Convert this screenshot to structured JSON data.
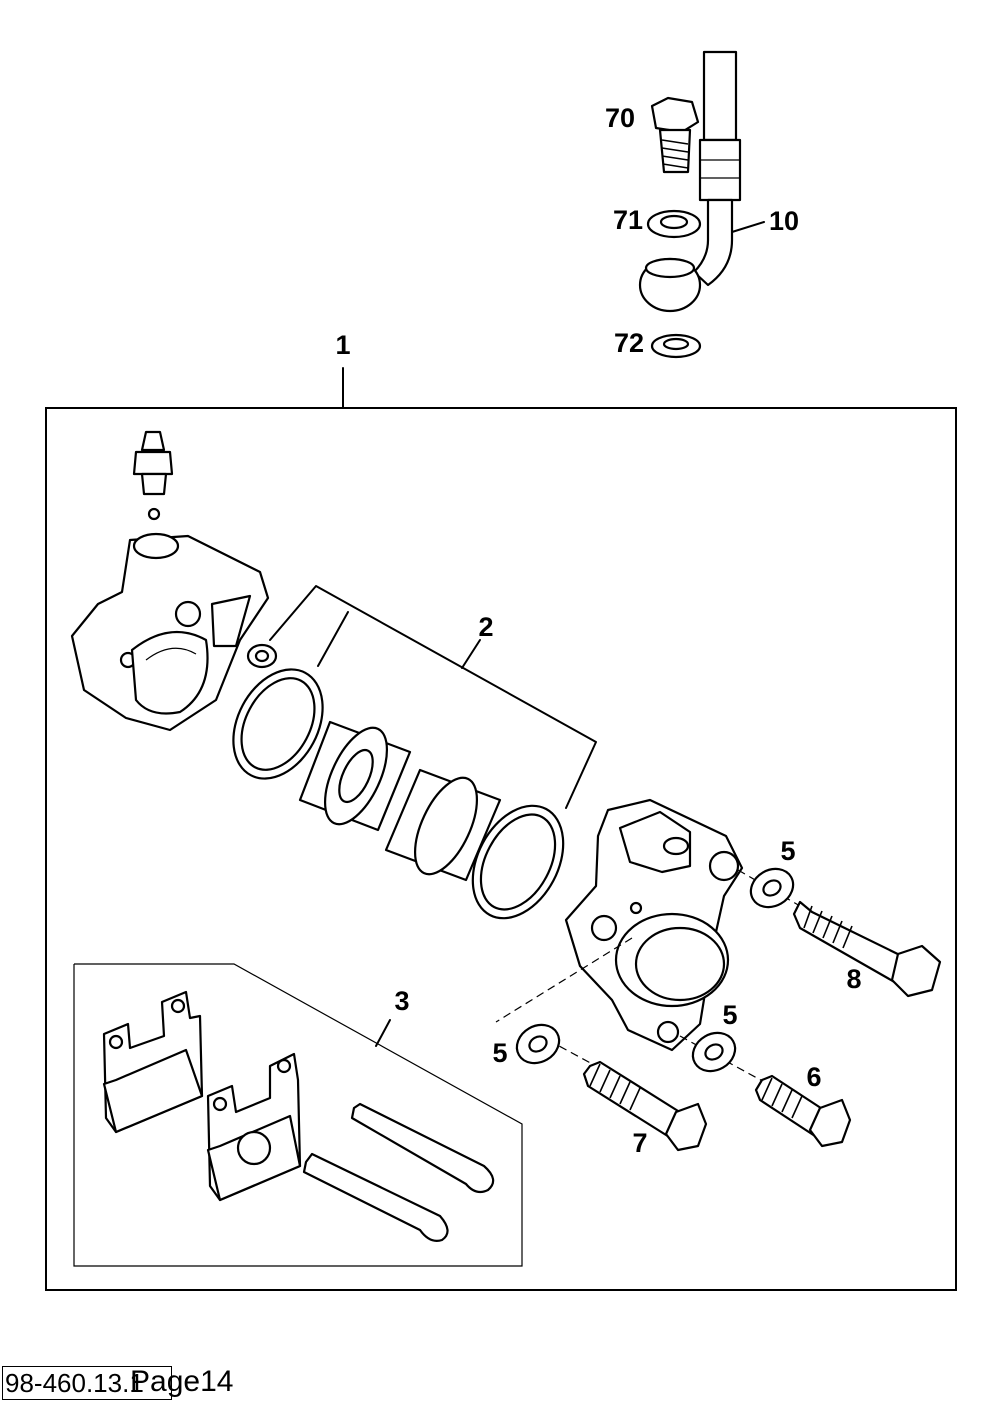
{
  "callouts": {
    "c1": "1",
    "c2": "2",
    "c3": "3",
    "c5a": "5",
    "c5b": "5",
    "c5c": "5",
    "c6": "6",
    "c7": "7",
    "c8": "8",
    "c10": "10",
    "c70": "70",
    "c71": "71",
    "c72": "72"
  },
  "footer": {
    "code": "98-460.13.1",
    "page": "Page14"
  }
}
